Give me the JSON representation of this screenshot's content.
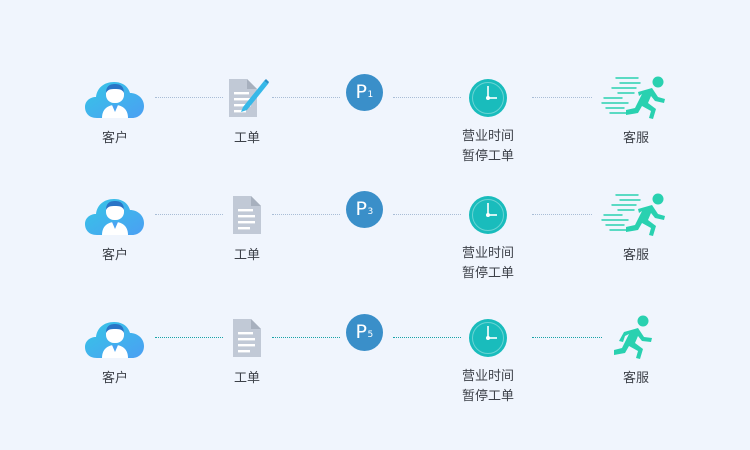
{
  "colors": {
    "background": "#f0f5fd",
    "cloud_gradient_start": "#36c6e6",
    "cloud_gradient_end": "#4aa4f2",
    "document": "#c1c9d6",
    "priority_badge": "#3a8fc9",
    "clock": "#19bcbc",
    "runner": "#29d1b0",
    "connector": "#a9bdd6",
    "connector_strong": "#1aa3a8"
  },
  "rows": [
    {
      "customer": {
        "label": "客户",
        "icon": "cloud-user-icon"
      },
      "ticket": {
        "label": "工单",
        "icon": "document-pen-icon"
      },
      "priority": {
        "letter": "P",
        "level": "1"
      },
      "pause": {
        "label_line1": "营业时间",
        "label_line2": "暂停工单",
        "icon": "clock-icon"
      },
      "agent": {
        "label": "客服",
        "icon": "runner-fast-icon"
      }
    },
    {
      "customer": {
        "label": "客户",
        "icon": "cloud-user-icon"
      },
      "ticket": {
        "label": "工单",
        "icon": "document-icon"
      },
      "priority": {
        "letter": "P",
        "level": "3"
      },
      "pause": {
        "label_line1": "营业时间",
        "label_line2": "暂停工单",
        "icon": "clock-icon"
      },
      "agent": {
        "label": "客服",
        "icon": "runner-fast-icon"
      }
    },
    {
      "customer": {
        "label": "客户",
        "icon": "cloud-user-icon"
      },
      "ticket": {
        "label": "工单",
        "icon": "document-icon"
      },
      "priority": {
        "letter": "P",
        "level": "5"
      },
      "pause": {
        "label_line1": "营业时间",
        "label_line2": "暂停工单",
        "icon": "clock-icon"
      },
      "agent": {
        "label": "客服",
        "icon": "runner-icon"
      }
    }
  ]
}
